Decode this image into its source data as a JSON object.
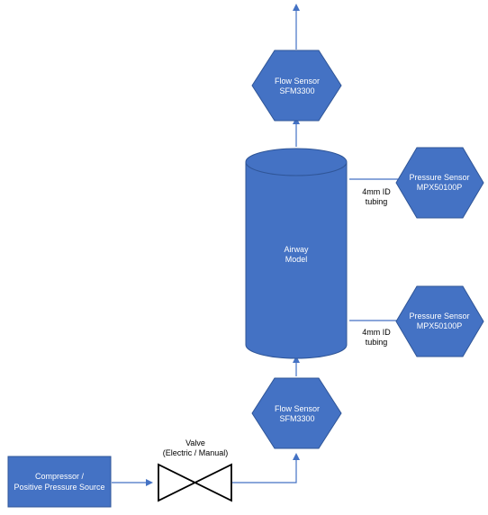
{
  "flow_sensor_top": {
    "line1": "Flow Sensor",
    "line2": "SFM3300"
  },
  "flow_sensor_bottom": {
    "line1": "Flow Sensor",
    "line2": "SFM3300"
  },
  "airway_model": {
    "line1": "Airway",
    "line2": "Model"
  },
  "pressure_sensor_top": {
    "line1": "Pressure Sensor",
    "line2": "MPX50100P"
  },
  "pressure_sensor_bottom": {
    "line1": "Pressure Sensor",
    "line2": "MPX50100P"
  },
  "tubing_label_top": {
    "line1": "4mm ID",
    "line2": "tubing"
  },
  "tubing_label_bottom": {
    "line1": "4mm ID",
    "line2": "tubing"
  },
  "valve": {
    "line1": "Valve",
    "line2": "(Electric / Manual)"
  },
  "compressor": {
    "line1": "Compressor /",
    "line2": "Positive Pressure Source"
  },
  "colors": {
    "shape_fill": "#4472C4",
    "shape_stroke": "#2F5597",
    "connector": "#4472C4",
    "valve_stroke": "#000000"
  }
}
